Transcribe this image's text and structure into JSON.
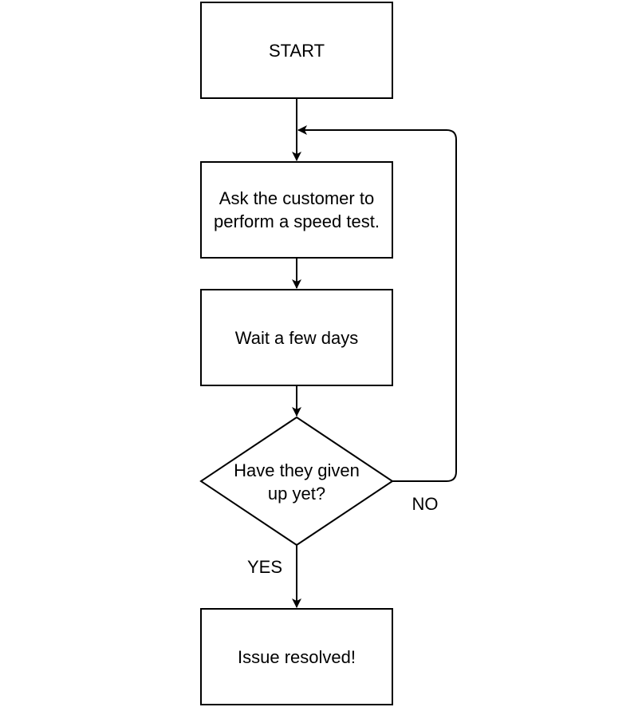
{
  "nodes": {
    "start": "START",
    "speed_test": "Ask the customer to\nperform a speed test.",
    "wait": "Wait a few days",
    "decision": "Have they given\nup yet?",
    "resolved": "Issue resolved!"
  },
  "edge_labels": {
    "no": "NO",
    "yes": "YES"
  },
  "colors": {
    "stroke": "#000000",
    "fill": "#ffffff",
    "text": "#000000"
  }
}
